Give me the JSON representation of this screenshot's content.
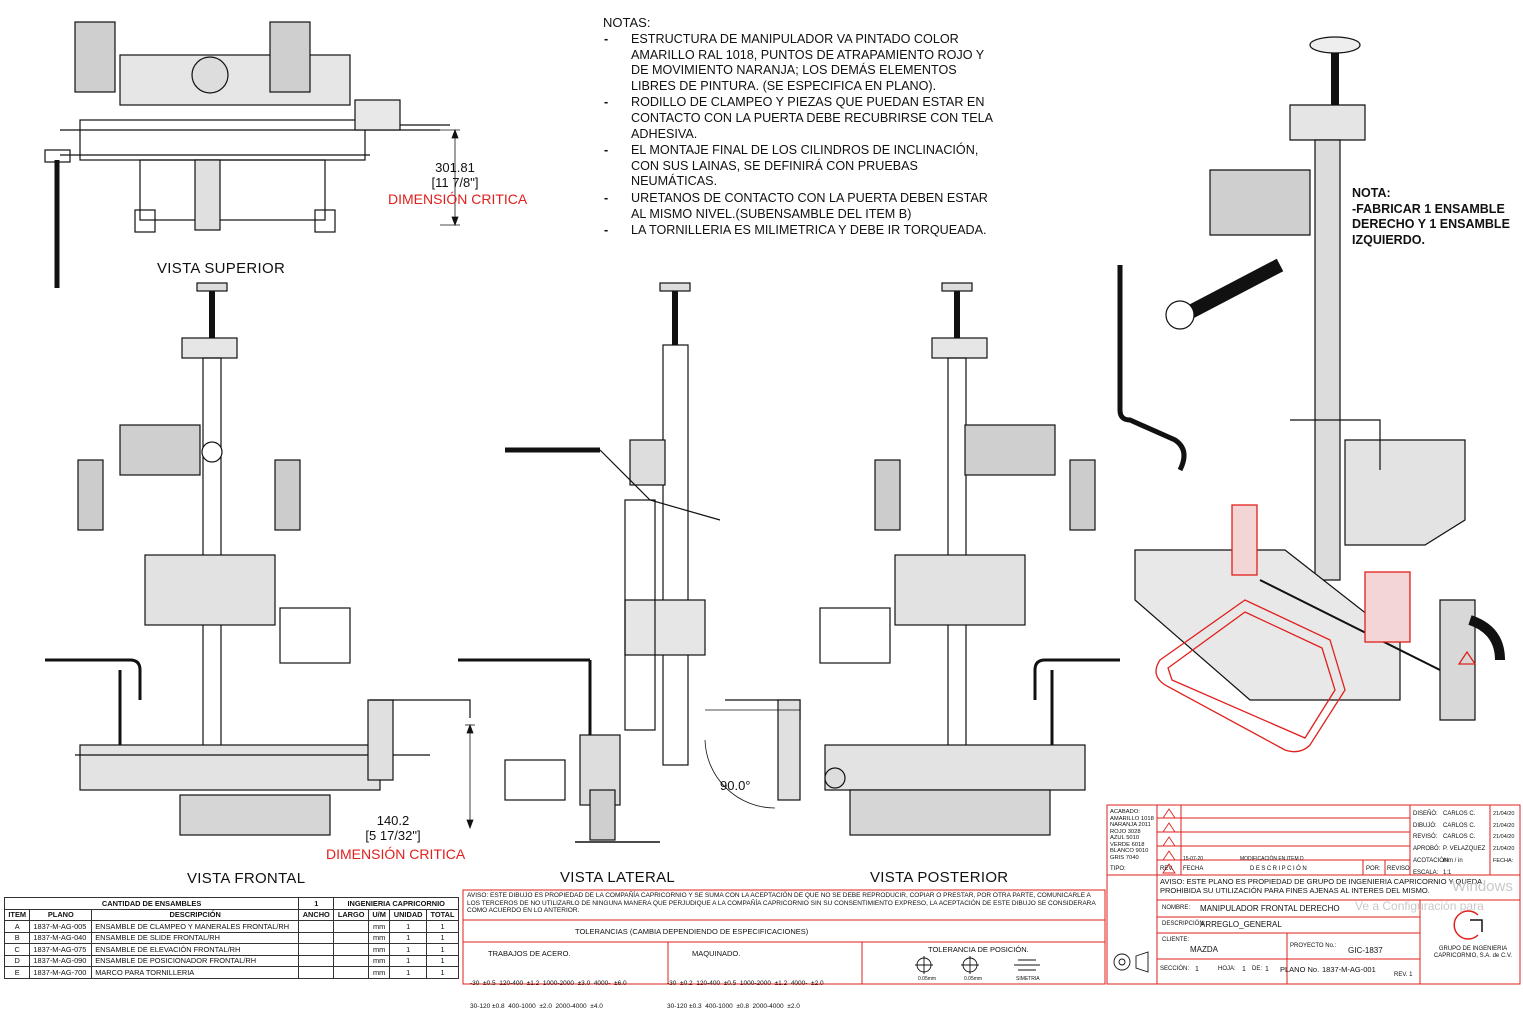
{
  "views": {
    "superior": "VISTA SUPERIOR",
    "frontal": "VISTA FRONTAL",
    "lateral": "VISTA LATERAL",
    "posterior": "VISTA POSTERIOR"
  },
  "dimensions": {
    "top": {
      "value": "301.81",
      "inches": "[11 7/8\"]",
      "label": "DIMENSIÓN CRITICA"
    },
    "front": {
      "value": "140.2",
      "inches": "[5 17/32\"]",
      "label": "DIMENSIÓN CRITICA"
    },
    "angle": "90.0°"
  },
  "notes": {
    "title": "NOTAS:",
    "items": [
      "ESTRUCTURA DE MANIPULADOR VA PINTADO COLOR AMARILLO RAL 1018, PUNTOS DE ATRAPAMIENTO ROJO Y DE MOVIMIENTO NARANJA; LOS DEMÁS ELEMENTOS LIBRES DE PINTURA. (SE ESPECIFICA EN PLANO).",
      "RODILLO DE CLAMPEO Y PIEZAS QUE PUEDAN ESTAR EN CONTACTO CON LA PUERTA DEBE RECUBRIRSE CON TELA ADHESIVA.",
      "EL MONTAJE FINAL DE LOS CILINDROS DE INCLINACIÓN, CON SUS LAINAS, SE DEFINIRÁ CON PRUEBAS NEUMÁTICAS.",
      "URETANOS DE CONTACTO CON LA PUERTA DEBEN ESTAR AL MISMO NIVEL.(SUBENSAMBLE DEL ITEM B)",
      "LA TORNILLERIA ES MILIMETRICA Y DEBE IR TORQUEADA."
    ]
  },
  "side_note": [
    "NOTA:",
    "-FABRICAR 1 ENSAMBLE",
    "DERECHO Y 1 ENSAMBLE",
    "IZQUIERDO."
  ],
  "bom": {
    "title": "CANTIDAD DE ENSAMBLES",
    "qty": "1",
    "company": "INGENIERIA CAPRICORNIO",
    "headers": [
      "ITEM",
      "PLANO",
      "DESCRIPCIÓN",
      "ANCHO",
      "LARGO",
      "U/M",
      "UNIDAD",
      "TOTAL"
    ],
    "rows": [
      [
        "A",
        "1837-M-AG-005",
        "ENSAMBLE DE CLAMPEO Y MANERALES FRONTAL/RH",
        "",
        "",
        "mm",
        "1",
        "1"
      ],
      [
        "B",
        "1837-M-AG-040",
        "ENSAMBLE DE SLIDE FRONTAL/RH",
        "",
        "",
        "mm",
        "1",
        "1"
      ],
      [
        "C",
        "1837-M-AG-075",
        "ENSAMBLE DE ELEVACIÓN FRONTAL/RH",
        "",
        "",
        "mm",
        "1",
        "1"
      ],
      [
        "D",
        "1837-M-AG-090",
        "ENSAMBLE DE POSICIONADOR FRONTAL/RH",
        "",
        "",
        "mm",
        "1",
        "1"
      ],
      [
        "E",
        "1837-M-AG-700",
        "MARCO PARA TORNILLERIA",
        "",
        "",
        "mm",
        "1",
        "1"
      ]
    ]
  },
  "notice": {
    "text": "AVISO: ESTE DIBUJO ES PROPIEDAD DE LA COMPAÑÍA CAPRICORNIO Y SE SUMA CON LA ACEPTACIÓN DE QUE NO SE DEBE REPRODUCIR, COPIAR O PRESTAR, POR OTRA PARTE, COMUNICARLE A LOS TERCEROS DE NO UTILIZARLO DE NINGUNA MANERA QUE PERJUDIQUE A LA COMPAÑÍA CAPRICORNIO SIN SU CONSENTIMIENTO EXPRESO, LA ACEPTACIÓN DE ESTE DIBUJO SE CONSIDERARA COMO ACUERDO EN LO ANTERIOR.",
    "tolerances": "TOLERANCIAS (CAMBIA DEPENDIENDO DE ESPECIFICACIONES)",
    "steel": "TRABAJOS DE ACERO.",
    "machined": "MAQUINADO.",
    "position": "TOLERANCIA DE POSICIÓN.",
    "steel_vals": [
      "-30  ±0.5  120-400  ±1.2  1000-2000  ±3.0  4000-  ±6.0",
      "30-120 ±0.8  400-1000  ±2.0  2000-4000  ±4.0"
    ],
    "machined_vals": [
      "-30  ±0.2  120-400  ±0.5  1000-2000  ±1.2  4000-  ±2.0",
      "30-120 ±0.3  400-1000  ±0.8  2000-4000  ±2.0"
    ],
    "pos_vals": [
      "0.05mm",
      "0.05mm",
      "SIMETRIA"
    ]
  },
  "paint": {
    "title": "ACABADO:",
    "items": [
      "AMARILLO 1018",
      "NARANJA 2011",
      "ROJO 3028",
      "AZUL 5010",
      "VERDE 6018",
      "BLANCO 9010",
      "GRIS 7040"
    ],
    "tipo": "TIPO:"
  },
  "revisions": {
    "row": [
      "15-07-20",
      "MODIFICACIÓN EN ITEM D"
    ],
    "headers": [
      "REV.",
      "FECHA",
      "DESCRIPCIÓN",
      "POR:",
      "REVISO"
    ]
  },
  "approvals": [
    [
      "DISEÑÓ:",
      "CARLOS C.",
      "21/04/20"
    ],
    [
      "DIBUJÓ:",
      "CARLOS C.",
      "21/04/20"
    ],
    [
      "REVISÓ:",
      "CARLOS C.",
      "21/04/20"
    ],
    [
      "APROBÓ:",
      "P. VELAZQUEZ",
      "21/04/20"
    ],
    [
      "ACOTACIÓN:",
      "mm / in",
      ""
    ],
    [
      "ESCALA:",
      "1:1",
      "FECHA:"
    ]
  ],
  "title_block": {
    "notice": "AVISO: ESTE PLANO ES PROPIEDAD DE GRUPO DE INGENIERIA CAPRICORNIO Y QUEDA PROHIBIDA SU UTILIZACIÓN PARA FINES AJENAS AL INTERES DEL MISMO.",
    "name_label": "NOMBRE:",
    "name": "MANIPULADOR FRONTAL DERECHO",
    "desc_label": "DESCRIPCIÓN:",
    "desc": "ARREGLO_GENERAL",
    "client_label": "CLIENTE:",
    "client": "MAZDA",
    "project_label": "PROYECTO No.:",
    "project": "GIC-1837",
    "section_label": "SECCIÓN:",
    "section": "1",
    "sheet_label": "HOJA:",
    "sheet": "1",
    "of_label": "DE:",
    "of": "1",
    "plan_label": "PLANO No.",
    "plan": "1837-M-AG-001",
    "rev": "REV. 1",
    "company": [
      "GRUPO DE INGENIERIA",
      "CAPRICORNIO, S.A. de C.V."
    ],
    "watermark": [
      "Windows",
      "Ve a Configuración para"
    ]
  },
  "colors": {
    "line": "#111111",
    "critical": "#e0201d"
  }
}
